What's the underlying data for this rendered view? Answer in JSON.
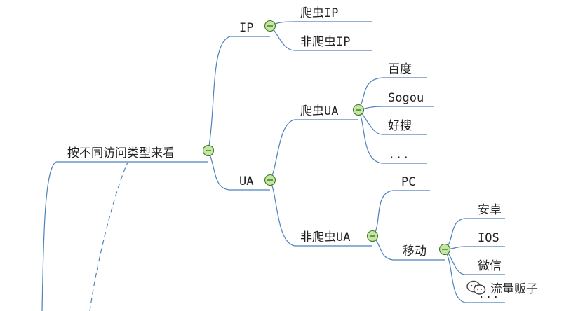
{
  "mindmap": {
    "root": "按不同访问类型来看",
    "ip": {
      "label": "IP",
      "children": [
        "爬虫IP",
        "非爬虫IP"
      ]
    },
    "ua": {
      "label": "UA",
      "crawler": {
        "label": "爬虫UA",
        "children": [
          "百度",
          "Sogou",
          "好搜",
          "..."
        ]
      },
      "non_crawler": {
        "label": "非爬虫UA",
        "pc": "PC",
        "mobile": {
          "label": "移动",
          "children": [
            "安卓",
            "IOS",
            "微信",
            "..."
          ]
        }
      }
    }
  },
  "watermark": {
    "text": "流量贩子",
    "icon": "wechat-official-account-icon"
  },
  "colors": {
    "line": "#4f81bd",
    "collapse_fill": "#c5e6a6",
    "collapse_stroke": "#3d7a1e",
    "text": "#222222"
  }
}
